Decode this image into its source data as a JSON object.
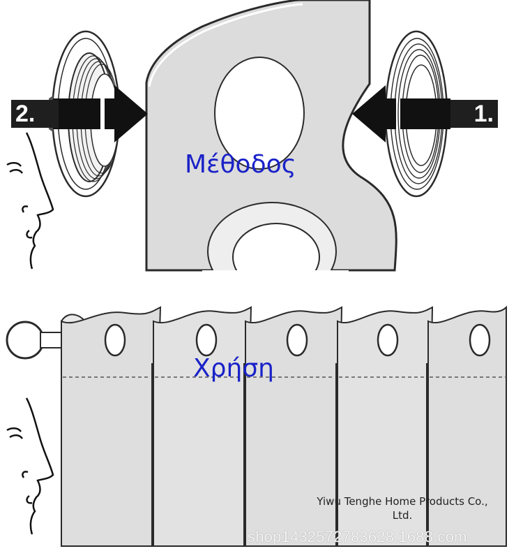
{
  "top_panel": {
    "caption": "Μέθοδος",
    "step_right": "1.",
    "step_left": "2."
  },
  "bottom_panel": {
    "caption": "Χρήση"
  },
  "company": "Yiwu Tenghe Home Products Co., Ltd.",
  "watermark": "shop1432572783628.1688.com",
  "colors": {
    "caption": "#1a22c8",
    "curtain_fill": "#e4e4e4",
    "outline": "#2a2a2a",
    "arrow": "#111111"
  }
}
